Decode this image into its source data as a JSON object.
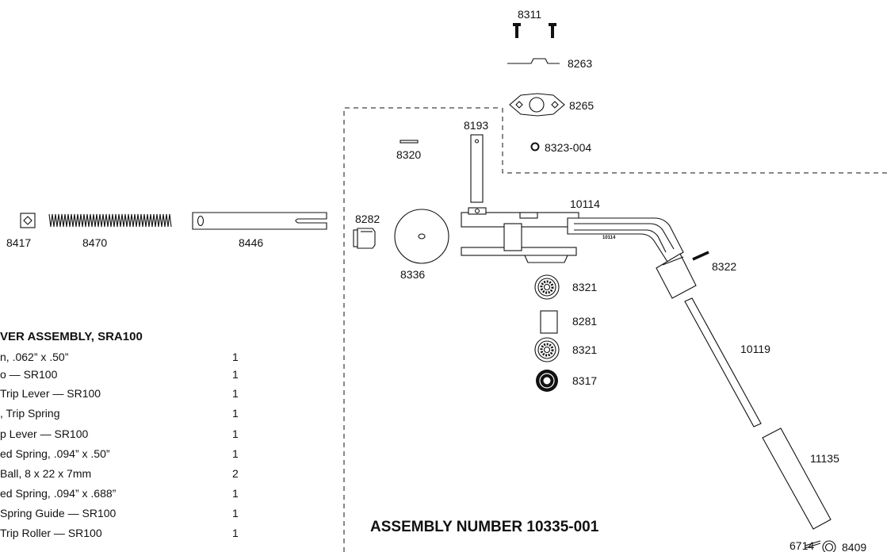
{
  "part_labels": {
    "p8311": "8311",
    "p8263": "8263",
    "p8265": "8265",
    "p8193": "8193",
    "p8320": "8320",
    "p8323": "8323-004",
    "p10114": "10114",
    "p10114_stamp": "10114",
    "p8282": "8282",
    "p8336": "8336",
    "p8322": "8322",
    "p8321a": "8321",
    "p8281": "8281",
    "p8321b": "8321",
    "p10119": "10119",
    "p8317": "8317",
    "p11135": "11135",
    "p6714": "6714",
    "p8409": "8409",
    "p8417": "8417",
    "p8470": "8470",
    "p8446": "8446"
  },
  "parts_list": {
    "title": "VER ASSEMBLY, SRA100",
    "rows": [
      {
        "desc": "n, .062” x .50”",
        "qty": "1"
      },
      {
        "desc": "o — SR100",
        "qty": "1"
      },
      {
        "desc": "Trip Lever — SR100",
        "qty": "1"
      },
      {
        "desc": ", Trip Spring",
        "qty": "1"
      },
      {
        "desc": "p Lever — SR100",
        "qty": "1"
      },
      {
        "desc": "ed Spring, .094” x .50”",
        "qty": "1"
      },
      {
        "desc": " Ball, 8 x 22 x 7mm",
        "qty": "2"
      },
      {
        "desc": "ed Spring, .094” x .688”",
        "qty": "1"
      },
      {
        "desc": " Spring Guide — SR100",
        "qty": "1"
      },
      {
        "desc": " Trip Roller — SR100",
        "qty": "1"
      }
    ]
  },
  "assembly_number": "ASSEMBLY NUMBER 10335-001"
}
